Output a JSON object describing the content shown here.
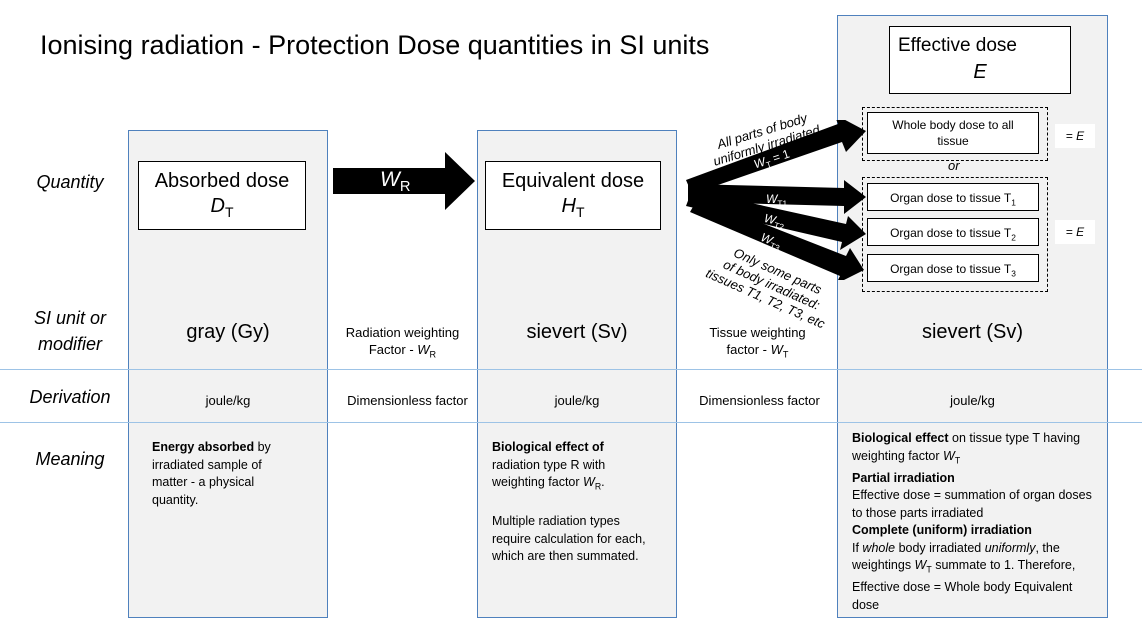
{
  "title": "Ionising radiation - Protection Dose quantities in SI units",
  "row_labels": {
    "quantity": "Quantity",
    "si_unit_line1": "SI unit or",
    "si_unit_line2": "modifier",
    "derivation": "Derivation",
    "meaning": "Meaning"
  },
  "absorbed": {
    "name": "Absorbed dose",
    "symbol": "D",
    "symbol_sub": "T",
    "unit": "gray (Gy)",
    "derivation": "joule/kg",
    "meaning_bold": "Energy absorbed",
    "meaning_rest": " by irradiated sample of matter  - a physical quantity."
  },
  "radiation_weighting": {
    "arrow_label": "W",
    "arrow_label_sub": "R",
    "modifier_line1": "Radiation weighting",
    "modifier_line2": "Factor - ",
    "modifier_symbol": "W",
    "modifier_sub": "R",
    "derivation": "Dimensionless factor"
  },
  "equivalent": {
    "name": "Equivalent dose",
    "symbol": "H",
    "symbol_sub": "T",
    "unit": "sievert (Sv)",
    "derivation": "joule/kg",
    "meaning_bold": "Biological effect of",
    "meaning_line2": "radiation type R with",
    "meaning_line3_pre": "weighting factor ",
    "meaning_sym": "W",
    "meaning_sym_sub": "R",
    "meaning_line3_post": ".",
    "meaning_para2_l1": "Multiple radiation types",
    "meaning_para2_l2": "require calculation for each,",
    "meaning_para2_l3": "which are then summated."
  },
  "tissue_weighting": {
    "all_parts_line1": "All parts of body",
    "all_parts_line2": "uniformly irradiated",
    "wt_eq1_sym": "W",
    "wt_eq1_sub": "T",
    "wt_eq1_rest": " = 1",
    "wt1_sym": "W",
    "wt1_sub": "T1",
    "wt2_sym": "W",
    "wt2_sub": "T2",
    "wt3_sym": "W",
    "wt3_sub": "T3",
    "some_parts_line1": "Only some parts",
    "some_parts_line2": "of body irradiated:",
    "some_parts_line3": "tissues T1, T2, T3, etc",
    "modifier_line1": "Tissue weighting",
    "modifier_line2": "factor - ",
    "modifier_symbol": "W",
    "modifier_sub": "T",
    "derivation": "Dimensionless factor"
  },
  "effective": {
    "name": "Effective dose",
    "symbol": "E",
    "whole_body_line1": "Whole body dose to all",
    "whole_body_line2": "tissue",
    "or_text": "or",
    "organ1_pre": "Organ dose to tissue T",
    "organ1_sub": "1",
    "organ2_pre": "Organ dose to tissue T",
    "organ2_sub": "2",
    "organ3_pre": "Organ dose to tissue T",
    "organ3_sub": "3",
    "eq_e_1": "= E",
    "eq_e_2": "= E",
    "unit": "sievert (Sv)",
    "derivation": "joule/kg",
    "m_l1_bold": "Biological effect",
    "m_l1_rest": " on tissue type T having",
    "m_l2_pre": "weighting factor ",
    "m_l2_sym": "W",
    "m_l2_sub": "T",
    "m_l3_bold": "Partial irradiation",
    "m_l4": "Effective dose = summation of organ doses",
    "m_l5": "to those parts irradiated",
    "m_l6_bold": "Complete (uniform) irradiation",
    "m_l7_pre": "If ",
    "m_l7_i1": "whole",
    "m_l7_mid": " body irradiated ",
    "m_l7_i2": "uniformly",
    "m_l7_post": ", the",
    "m_l8_pre": "weightings ",
    "m_l8_sym": "W",
    "m_l8_sub": "T",
    "m_l8_post": " summate to 1. Therefore,",
    "m_l9": "Effective dose = Whole body Equivalent",
    "m_l10": "dose"
  },
  "colors": {
    "column_fill": "#f2f2f2",
    "column_border": "#4f81bd",
    "row_line": "#9dc3e6",
    "arrow": "#000000"
  }
}
